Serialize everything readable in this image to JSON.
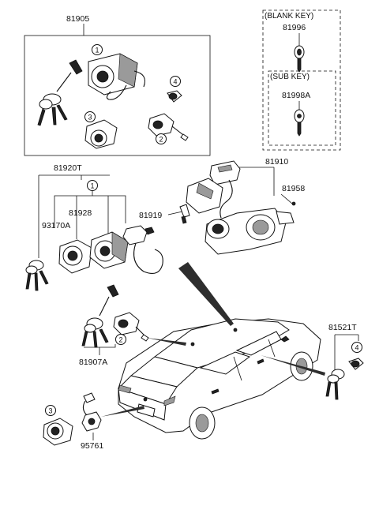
{
  "labels": {
    "p81905": "81905",
    "blank_key_caption": "(BLANK KEY)",
    "p81996": "81996",
    "sub_key_caption": "(SUB KEY)",
    "p81998a": "81998A",
    "p81920t": "81920T",
    "p81910": "81910",
    "p81958": "81958",
    "p81928": "81928",
    "p93170a": "93170A",
    "p81919": "81919",
    "p81907a": "81907A",
    "p81521t": "81521T",
    "p95761": "95761"
  },
  "callouts": {
    "one": "1",
    "two": "2",
    "three": "3",
    "four": "4"
  }
}
